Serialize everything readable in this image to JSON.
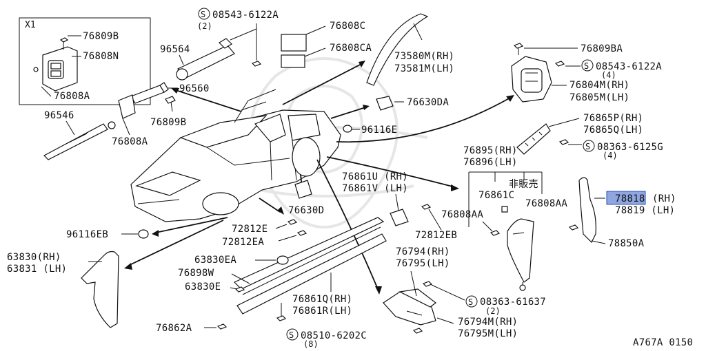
{
  "inset": {
    "label": "X1"
  },
  "parts": {
    "p76809B_inset": "76809B",
    "p76808N": "76808N",
    "p76808A_inset": "76808A",
    "p96564": "96564",
    "p96560": "96560",
    "p96546": "96546",
    "p76808A": "76808A",
    "p76809B": "76809B",
    "screw_top_pn": "08543-6122A",
    "screw_top_qty": "(2)",
    "p76808C": "76808C",
    "p76808CA": "76808CA",
    "p73580M": "73580M(RH)",
    "p73581M": "73581M(LH)",
    "p76809BA": "76809BA",
    "screw_right_pn": "08543-6122A",
    "screw_right_qty": "(4)",
    "p76804M": "76804M(RH)",
    "p76805M": "76805M(LH)",
    "p76630DA": "76630DA",
    "p96116E": "96116E",
    "p76865P": "76865P(RH)",
    "p76865Q": "76865Q(LH)",
    "screw_6125G_pn": "08363-6125G",
    "screw_6125G_qty": "(4)",
    "p76895": "76895(RH)",
    "p76896": "76896(LH)",
    "not_for_sale": "非販売",
    "p76861C": "76861C",
    "p76808AA_a": "76808AA",
    "p76808AA_b": "76808AA",
    "p78818": "78818",
    "p78818_side": "(RH)",
    "p78819": "78819 (LH)",
    "p78850A": "78850A",
    "p76861U": "76861U (RH)",
    "p76861V": "76861V (LH)",
    "p76630D": "76630D",
    "p96116EB": "96116EB",
    "p72812E": "72812E",
    "p72812EA": "72812EA",
    "p72812EB": "72812EB",
    "p63830": "63830(RH)",
    "p63831": "63831 (LH)",
    "p63830EA": "63830EA",
    "p76898W": "76898W",
    "p63830E": "63830E",
    "p76861Q": "76861Q(RH)",
    "p76861R": "76861R(LH)",
    "p76794": "76794(RH)",
    "p76795": "76795(LH)",
    "screw_61637_pn": "08363-61637",
    "screw_61637_qty": "(2)",
    "p76794M": "76794M(RH)",
    "p76795M": "76795M(LH)",
    "p76862A": "76862A",
    "screw_6202C_pn": "08510-6202C",
    "screw_6202C_qty": "(8)"
  },
  "screw_symbol": "S",
  "footer": {
    "code": "A767A 0150"
  },
  "highlight_color": "#8fa6e0"
}
